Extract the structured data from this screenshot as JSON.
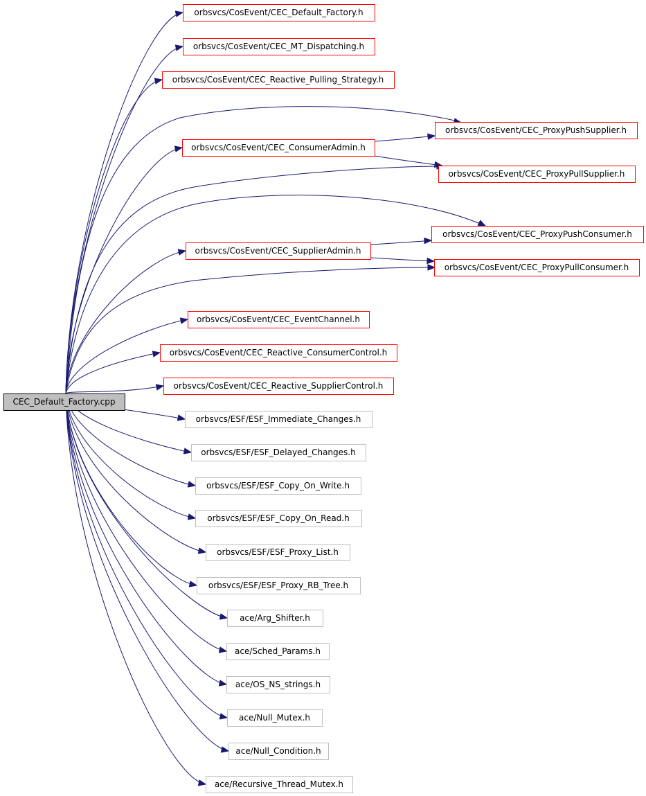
{
  "diagram": {
    "type": "include-dependency-graph",
    "colors": {
      "edge": "#191970",
      "root_fill": "#bfbfbf",
      "root_border": "#000000",
      "documented_border": "#ff0000",
      "undocumented_border": "#bfbfbf"
    },
    "root": {
      "id": "root",
      "label": "CEC_Default_Factory.cpp"
    },
    "nodes": [
      {
        "id": "n1",
        "label": "orbsvcs/CosEvent/CEC_Default_Factory.h",
        "kind": "documented"
      },
      {
        "id": "n2",
        "label": "orbsvcs/CosEvent/CEC_MT_Dispatching.h",
        "kind": "documented"
      },
      {
        "id": "n3",
        "label": "orbsvcs/CosEvent/CEC_Reactive_Pulling_Strategy.h",
        "kind": "documented"
      },
      {
        "id": "n4",
        "label": "orbsvcs/CosEvent/CEC_ProxyPushSupplier.h",
        "kind": "documented"
      },
      {
        "id": "n5",
        "label": "orbsvcs/CosEvent/CEC_ConsumerAdmin.h",
        "kind": "documented"
      },
      {
        "id": "n6",
        "label": "orbsvcs/CosEvent/CEC_ProxyPullSupplier.h",
        "kind": "documented"
      },
      {
        "id": "n7",
        "label": "orbsvcs/CosEvent/CEC_ProxyPushConsumer.h",
        "kind": "documented"
      },
      {
        "id": "n8",
        "label": "orbsvcs/CosEvent/CEC_SupplierAdmin.h",
        "kind": "documented"
      },
      {
        "id": "n9",
        "label": "orbsvcs/CosEvent/CEC_ProxyPullConsumer.h",
        "kind": "documented"
      },
      {
        "id": "n10",
        "label": "orbsvcs/CosEvent/CEC_EventChannel.h",
        "kind": "documented"
      },
      {
        "id": "n11",
        "label": "orbsvcs/CosEvent/CEC_Reactive_ConsumerControl.h",
        "kind": "documented"
      },
      {
        "id": "n12",
        "label": "orbsvcs/CosEvent/CEC_Reactive_SupplierControl.h",
        "kind": "documented"
      },
      {
        "id": "n13",
        "label": "orbsvcs/ESF/ESF_Immediate_Changes.h",
        "kind": "undocumented"
      },
      {
        "id": "n14",
        "label": "orbsvcs/ESF/ESF_Delayed_Changes.h",
        "kind": "undocumented"
      },
      {
        "id": "n15",
        "label": "orbsvcs/ESF/ESF_Copy_On_Write.h",
        "kind": "undocumented"
      },
      {
        "id": "n16",
        "label": "orbsvcs/ESF/ESF_Copy_On_Read.h",
        "kind": "undocumented"
      },
      {
        "id": "n17",
        "label": "orbsvcs/ESF/ESF_Proxy_List.h",
        "kind": "undocumented"
      },
      {
        "id": "n18",
        "label": "orbsvcs/ESF/ESF_Proxy_RB_Tree.h",
        "kind": "undocumented"
      },
      {
        "id": "n19",
        "label": "ace/Arg_Shifter.h",
        "kind": "undocumented"
      },
      {
        "id": "n20",
        "label": "ace/Sched_Params.h",
        "kind": "undocumented"
      },
      {
        "id": "n21",
        "label": "ace/OS_NS_strings.h",
        "kind": "undocumented"
      },
      {
        "id": "n22",
        "label": "ace/Null_Mutex.h",
        "kind": "undocumented"
      },
      {
        "id": "n23",
        "label": "ace/Null_Condition.h",
        "kind": "undocumented"
      },
      {
        "id": "n24",
        "label": "ace/Recursive_Thread_Mutex.h",
        "kind": "undocumented"
      }
    ],
    "edges": [
      {
        "from": "root",
        "to": "n1"
      },
      {
        "from": "root",
        "to": "n2"
      },
      {
        "from": "root",
        "to": "n3"
      },
      {
        "from": "root",
        "to": "n4"
      },
      {
        "from": "root",
        "to": "n5"
      },
      {
        "from": "root",
        "to": "n6"
      },
      {
        "from": "root",
        "to": "n7"
      },
      {
        "from": "root",
        "to": "n8"
      },
      {
        "from": "root",
        "to": "n9"
      },
      {
        "from": "root",
        "to": "n10"
      },
      {
        "from": "root",
        "to": "n11"
      },
      {
        "from": "root",
        "to": "n12"
      },
      {
        "from": "root",
        "to": "n13"
      },
      {
        "from": "root",
        "to": "n14"
      },
      {
        "from": "root",
        "to": "n15"
      },
      {
        "from": "root",
        "to": "n16"
      },
      {
        "from": "root",
        "to": "n17"
      },
      {
        "from": "root",
        "to": "n18"
      },
      {
        "from": "root",
        "to": "n19"
      },
      {
        "from": "root",
        "to": "n20"
      },
      {
        "from": "root",
        "to": "n21"
      },
      {
        "from": "root",
        "to": "n22"
      },
      {
        "from": "root",
        "to": "n23"
      },
      {
        "from": "root",
        "to": "n24"
      },
      {
        "from": "n5",
        "to": "n4"
      },
      {
        "from": "n5",
        "to": "n6"
      },
      {
        "from": "n8",
        "to": "n7"
      },
      {
        "from": "n8",
        "to": "n9"
      }
    ]
  }
}
